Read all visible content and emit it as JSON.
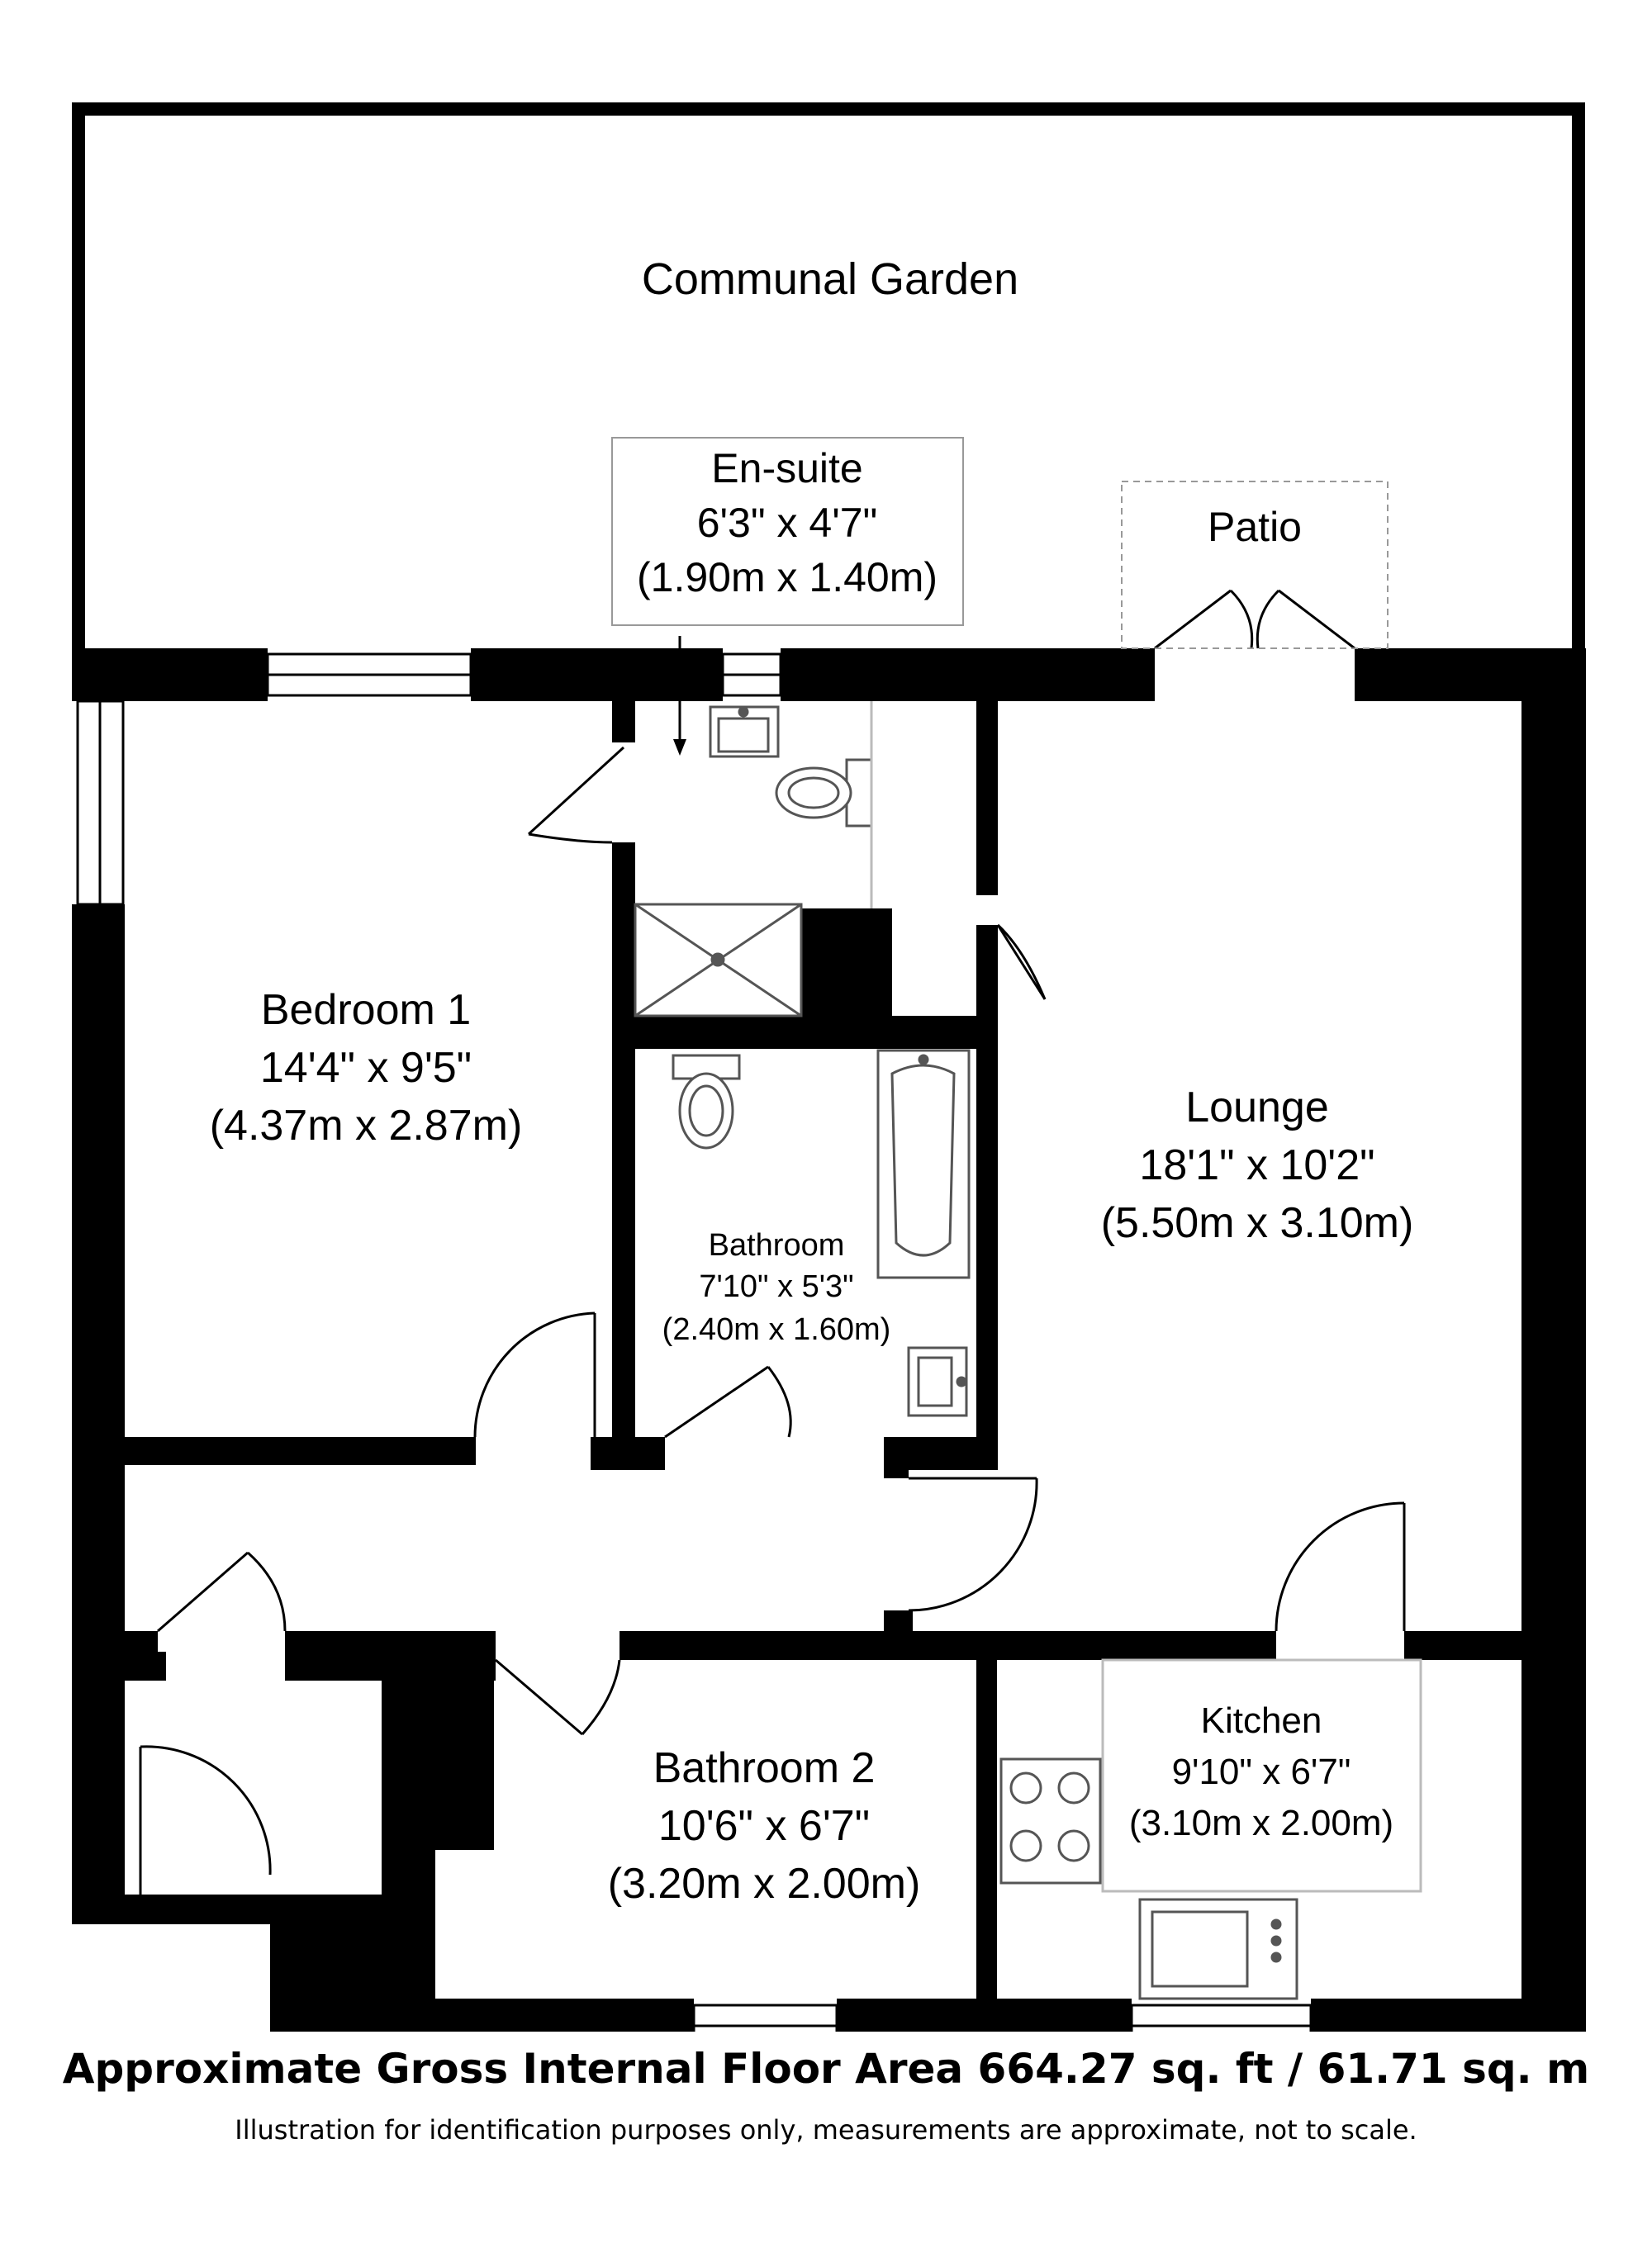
{
  "rooms": {
    "garden": {
      "name": "Communal Garden"
    },
    "ensuite": {
      "name": "En-suite",
      "imperial": "6'3\" x 4'7\"",
      "metric": "(1.90m x 1.40m)"
    },
    "patio": {
      "name": "Patio"
    },
    "bedroom1": {
      "name": "Bedroom 1",
      "imperial": "14'4\" x 9'5\"",
      "metric": "(4.37m x 2.87m)"
    },
    "lounge": {
      "name": "Lounge",
      "imperial": "18'1\" x 10'2\"",
      "metric": "(5.50m x 3.10m)"
    },
    "bathroom": {
      "name": "Bathroom",
      "imperial": "7'10\" x 5'3\"",
      "metric": "(2.40m x 1.60m)"
    },
    "bathroom2": {
      "name": "Bathroom 2",
      "imperial": "10'6\" x 6'7\"",
      "metric": "(3.20m x 2.00m)"
    },
    "kitchen": {
      "name": "Kitchen",
      "imperial": "9'10\" x 6'7\"",
      "metric": "(3.10m x 2.00m)"
    }
  },
  "footer": {
    "area": "Approximate Gross Internal Floor Area 664.27 sq. ft / 61.71 sq. m",
    "disclaimer": "Illustration for identification purposes only, measurements are approximate, not to scale."
  },
  "colors": {
    "wall": "#000000",
    "background": "#ffffff",
    "fixture_line": "#555555",
    "guide_line": "#bbbbbb"
  }
}
